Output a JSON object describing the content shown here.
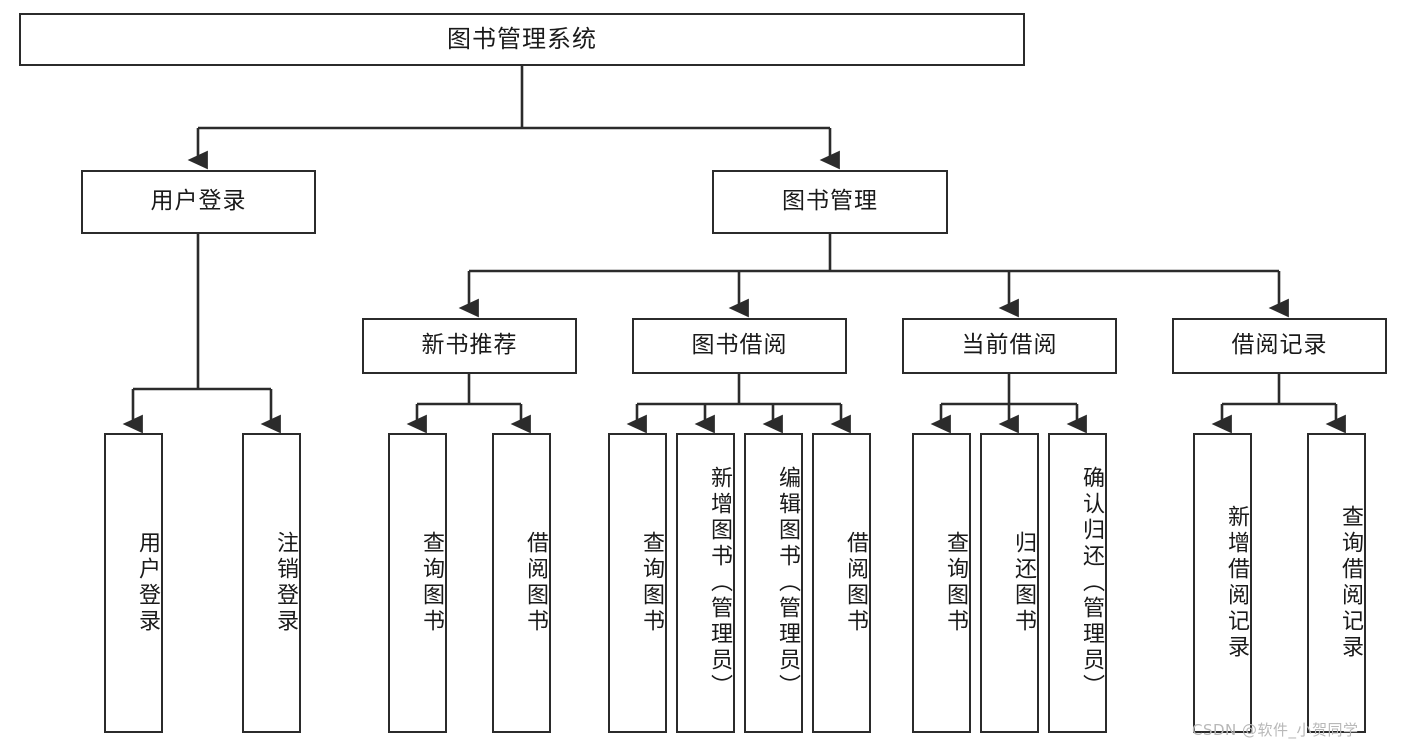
{
  "diagram": {
    "type": "tree",
    "title": "图书管理系统",
    "watermark": "CSDN @软件_小贺同学",
    "colors": {
      "stroke": "#2b2b2b",
      "fill": "#ffffff",
      "text": "#1a1a1a",
      "watermark": "#b8b8b8"
    },
    "nodes": {
      "root": {
        "label": "图书管理系统"
      },
      "level2": [
        {
          "label": "用户登录"
        },
        {
          "label": "图书管理"
        }
      ],
      "level3": [
        {
          "label": "新书推荐"
        },
        {
          "label": "图书借阅"
        },
        {
          "label": "当前借阅"
        },
        {
          "label": "借阅记录"
        }
      ],
      "leaves_user_login": [
        {
          "label": "用户登录"
        },
        {
          "label": "注销登录"
        }
      ],
      "leaves_new_book": [
        {
          "label": "查询图书"
        },
        {
          "label": "借阅图书"
        }
      ],
      "leaves_borrow": [
        {
          "label": "查询图书"
        },
        {
          "label": "新增图书（管理员）"
        },
        {
          "label": "编辑图书（管理员）"
        },
        {
          "label": "借阅图书"
        }
      ],
      "leaves_current": [
        {
          "label": "查询图书"
        },
        {
          "label": "归还图书"
        },
        {
          "label": "确认归还（管理员）"
        }
      ],
      "leaves_record": [
        {
          "label": "新增借阅记录"
        },
        {
          "label": "查询借阅记录"
        }
      ]
    }
  }
}
